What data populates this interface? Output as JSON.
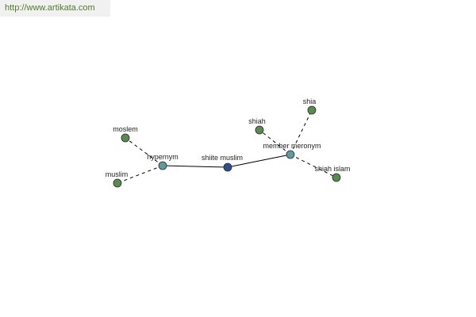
{
  "source_url": "http://www.artikata.com",
  "colors": {
    "center": "#2f4f8a",
    "relation": "#5e9aa0",
    "leaf": "#5a8a4f"
  },
  "nodes": [
    {
      "id": "shiite-muslim",
      "label": "shiite muslim",
      "kind": "center"
    },
    {
      "id": "hypernym",
      "label": "hypernym",
      "kind": "relation"
    },
    {
      "id": "member-meronym",
      "label": "member meronym",
      "kind": "relation"
    },
    {
      "id": "moslem",
      "label": "moslem",
      "kind": "leaf"
    },
    {
      "id": "muslim",
      "label": "muslim",
      "kind": "leaf"
    },
    {
      "id": "shiah",
      "label": "shiah",
      "kind": "leaf"
    },
    {
      "id": "shia",
      "label": "shia",
      "kind": "leaf"
    },
    {
      "id": "shiah-islam",
      "label": "shiah islam",
      "kind": "leaf"
    }
  ],
  "edges": [
    {
      "from": "hypernym",
      "to": "shiite-muslim",
      "style": "solid"
    },
    {
      "from": "shiite-muslim",
      "to": "member-meronym",
      "style": "solid"
    },
    {
      "from": "hypernym",
      "to": "moslem",
      "style": "dashed"
    },
    {
      "from": "hypernym",
      "to": "muslim",
      "style": "dashed"
    },
    {
      "from": "member-meronym",
      "to": "shiah",
      "style": "dashed"
    },
    {
      "from": "member-meronym",
      "to": "shia",
      "style": "dashed"
    },
    {
      "from": "member-meronym",
      "to": "shiah-islam",
      "style": "dashed"
    }
  ]
}
